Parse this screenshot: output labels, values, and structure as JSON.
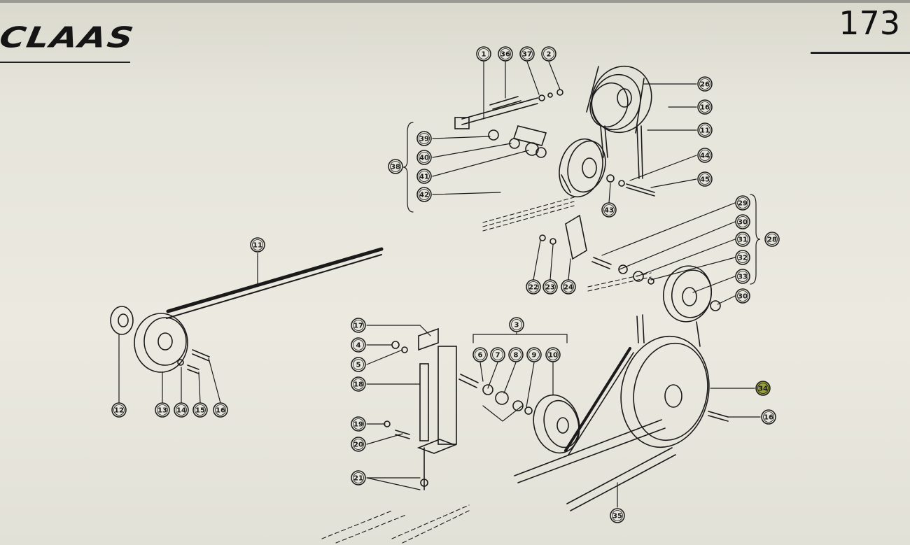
{
  "header": {
    "brand": "CLAAS",
    "page_number": "173"
  },
  "colors": {
    "paper": "#e7e6dc",
    "ink": "#1a1a1a",
    "highlight": "#9aa13a"
  },
  "callouts": [
    {
      "id": "c1",
      "label": "1"
    },
    {
      "id": "c36",
      "label": "36"
    },
    {
      "id": "c37",
      "label": "37"
    },
    {
      "id": "c2",
      "label": "2"
    },
    {
      "id": "c26",
      "label": "26"
    },
    {
      "id": "c16a",
      "label": "16"
    },
    {
      "id": "c11a",
      "label": "11"
    },
    {
      "id": "c44",
      "label": "44"
    },
    {
      "id": "c45",
      "label": "45"
    },
    {
      "id": "c43",
      "label": "43"
    },
    {
      "id": "c39",
      "label": "39"
    },
    {
      "id": "c40",
      "label": "40"
    },
    {
      "id": "c41",
      "label": "41"
    },
    {
      "id": "c42",
      "label": "42"
    },
    {
      "id": "c38",
      "label": "38"
    },
    {
      "id": "c29",
      "label": "29"
    },
    {
      "id": "c30",
      "label": "30"
    },
    {
      "id": "c31",
      "label": "31"
    },
    {
      "id": "c32",
      "label": "32"
    },
    {
      "id": "c33",
      "label": "33"
    },
    {
      "id": "c30b",
      "label": "30"
    },
    {
      "id": "c28",
      "label": "28"
    },
    {
      "id": "c22",
      "label": "22"
    },
    {
      "id": "c23",
      "label": "23"
    },
    {
      "id": "c24",
      "label": "24"
    },
    {
      "id": "c11b",
      "label": "11"
    },
    {
      "id": "c12",
      "label": "12"
    },
    {
      "id": "c13",
      "label": "13"
    },
    {
      "id": "c14",
      "label": "14"
    },
    {
      "id": "c15",
      "label": "15"
    },
    {
      "id": "c16b",
      "label": "16"
    },
    {
      "id": "c17",
      "label": "17"
    },
    {
      "id": "c4",
      "label": "4"
    },
    {
      "id": "c5",
      "label": "5"
    },
    {
      "id": "c18",
      "label": "18"
    },
    {
      "id": "c19",
      "label": "19"
    },
    {
      "id": "c20",
      "label": "20"
    },
    {
      "id": "c21",
      "label": "21"
    },
    {
      "id": "c3",
      "label": "3"
    },
    {
      "id": "c6",
      "label": "6"
    },
    {
      "id": "c7",
      "label": "7"
    },
    {
      "id": "c8",
      "label": "8"
    },
    {
      "id": "c9",
      "label": "9"
    },
    {
      "id": "c10",
      "label": "10"
    },
    {
      "id": "c34",
      "label": "34"
    },
    {
      "id": "c16c",
      "label": "16"
    },
    {
      "id": "c35",
      "label": "35"
    }
  ]
}
